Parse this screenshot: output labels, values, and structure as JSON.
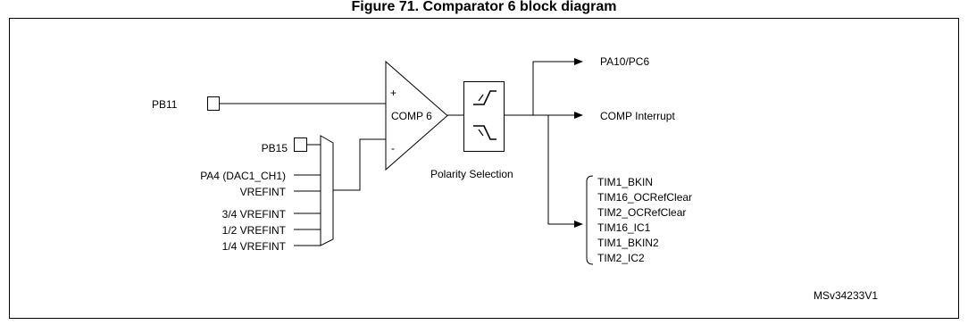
{
  "title": "Figure 71. Comparator 6 block diagram",
  "comparator": {
    "label": "COMP 6",
    "plus_sign": "+",
    "minus_sign": "-"
  },
  "plus_input": "PB11",
  "minus_inputs": [
    "PB15",
    "PA4 (DAC1_CH1)",
    "VREFINT",
    "3/4 VREFINT",
    "1/2 VREFINT",
    "1/4 VREFINT"
  ],
  "polarity_label": "Polarity Selection",
  "outputs": {
    "pin": "PA10/PC6",
    "interrupt": "COMP Interrupt",
    "timers": [
      "TIM1_BKIN",
      "TIM16_OCRefClear",
      "TIM2_OCRefClear",
      "TIM16_IC1",
      "TIM1_BKIN2",
      "TIM2_IC2"
    ]
  },
  "ref_code": "MSv34233V1"
}
